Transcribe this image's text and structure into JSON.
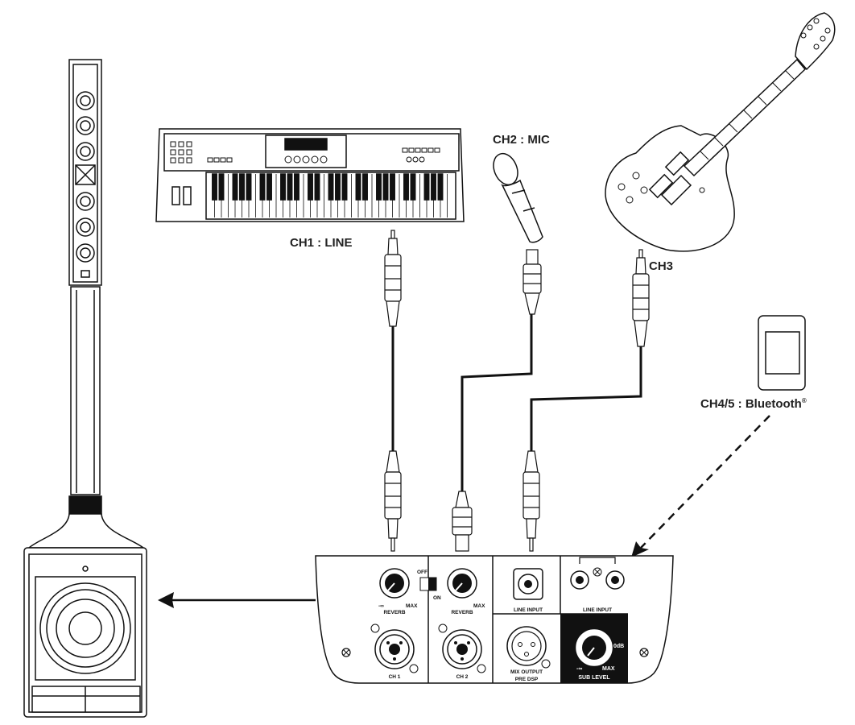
{
  "labels": {
    "ch1": "CH1 : LINE",
    "ch2": "CH2 :  MIC",
    "ch3": "CH3",
    "ch45": "CH4/5 : Bluetooth",
    "ch45_mark": "®"
  },
  "panel": {
    "reverb": "REVERB",
    "min": "-∞",
    "max": "MAX",
    "on": "ON",
    "off": "OFF",
    "ch1": "CH 1",
    "ch2": "CH 2",
    "line_input": "LINE INPUT",
    "mix_output_line1": "MIX OUTPUT",
    "mix_output_line2": "PRE DSP",
    "sub_level": "SUB LEVEL",
    "zero_db": "0dB",
    "sub_min": "-∞",
    "sub_max": "MAX"
  },
  "colors": {
    "line": "#111111",
    "fill": "#ffffff",
    "dark_panel": "#111111"
  }
}
